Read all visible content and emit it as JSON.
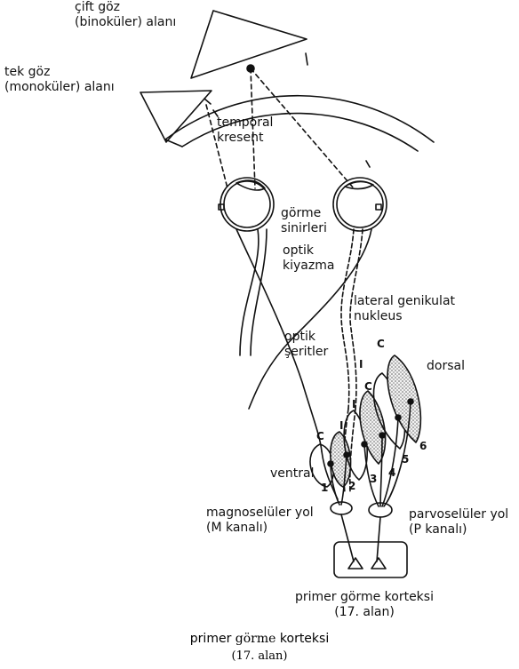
{
  "labels": {
    "binocular_line1": "çift göz",
    "binocular_line2": "(binoküler) alanı",
    "monocular_line1": "tek göz",
    "monocular_line2": "(monoküler) alanı",
    "temporal_line1": "temporal",
    "temporal_line2": "kresent",
    "optic_nerves_line1": "görme",
    "optic_nerves_line2": "sinirleri",
    "chiasm_line1": "optik",
    "chiasm_line2": "kiyazma",
    "lgn_line1": "lateral genikulat",
    "lgn_line2": "nukleus",
    "tracts_line1": "optik",
    "tracts_line2": "şeritler",
    "dorsal": "dorsal",
    "ventral": "ventral",
    "magno_line1": "magnoselüler yol",
    "magno_line2": "(M kanalı)",
    "parvo_line1": "parvoselüler yol",
    "parvo_line2": "(P kanalı)",
    "cortex_inner_line1": "primer görme korteksi",
    "cortex_inner_line2": "(17. alan)"
  },
  "layer_numbers": [
    "1",
    "2",
    "3",
    "4",
    "5",
    "6"
  ],
  "layer_letters": {
    "contra": "C",
    "ipsi": "I"
  },
  "caption": {
    "word1": "primer",
    "word2": "görme",
    "word3": "korteksi",
    "line2": "(17. alan)"
  }
}
